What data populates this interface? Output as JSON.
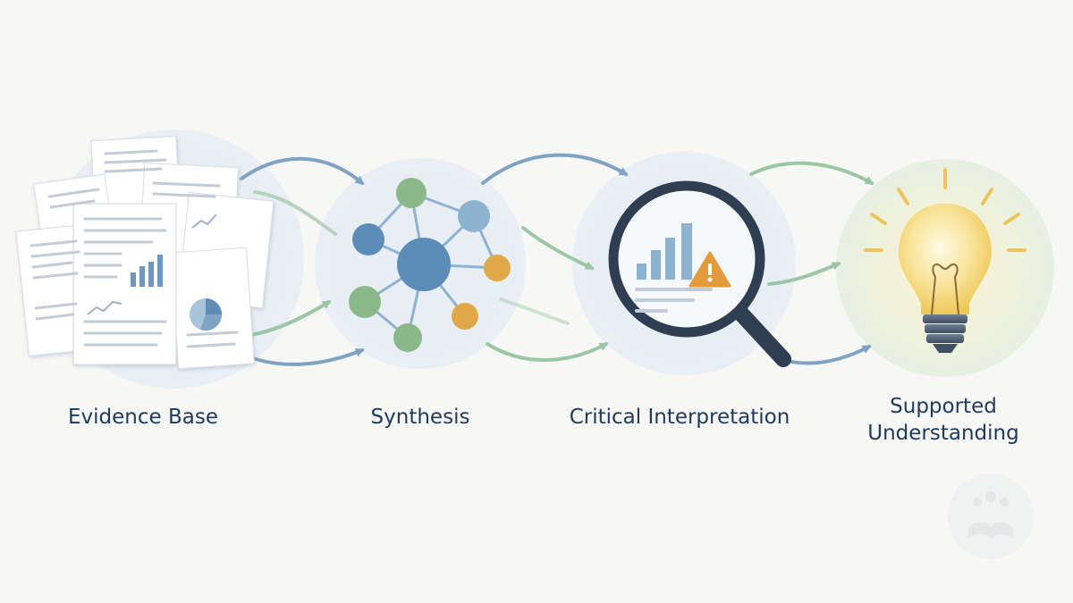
{
  "stages": [
    {
      "id": "evidence",
      "label": "Evidence Base",
      "icon": "document-stack-icon"
    },
    {
      "id": "synthesis",
      "label": "Synthesis",
      "icon": "network-graph-icon"
    },
    {
      "id": "critical",
      "label": "Critical Interpretation",
      "icon": "magnifying-glass-warning-icon"
    },
    {
      "id": "supported",
      "label": "Supported Understanding",
      "icon": "lightbulb-icon"
    }
  ],
  "colors": {
    "background": "#f7f7f5",
    "label_text": "#1e3a5c",
    "node_blue": "#5b8db8",
    "node_light_blue": "#8db3d1",
    "node_green": "#8ab88a",
    "node_orange": "#e0a848",
    "warning": "#e39a3a",
    "arrow_blue": "#7fa3c4",
    "arrow_green": "#9cc7a7",
    "bulb_glow": "#f5dc86"
  },
  "watermark_icon": "open-book-people-icon"
}
